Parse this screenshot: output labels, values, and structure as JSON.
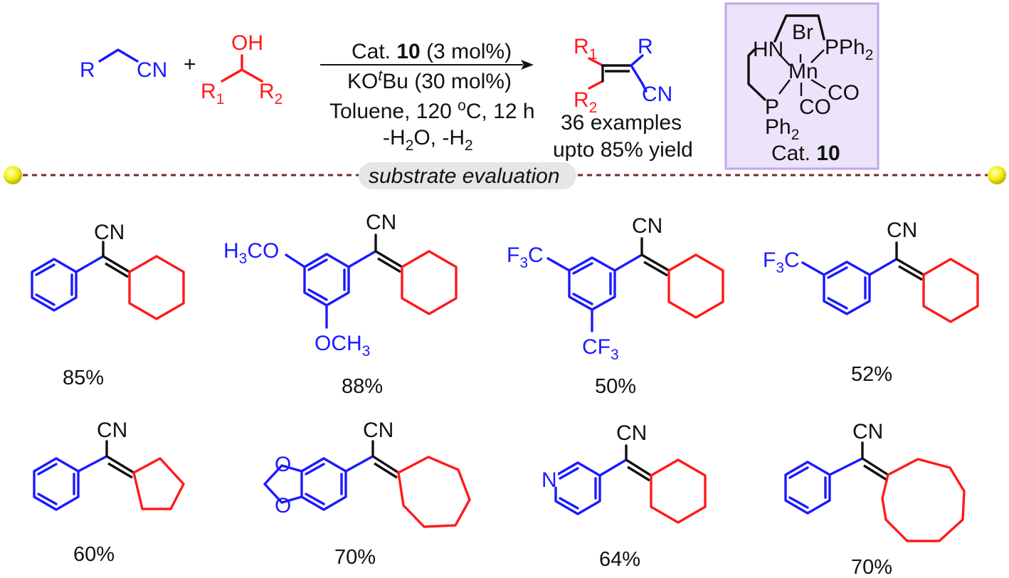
{
  "scheme": {
    "reactant_nitrile": {
      "r": "R",
      "cn": "CN"
    },
    "plus": "+",
    "reactant_alcohol": {
      "oh": "OH",
      "r1": "R",
      "r1_sub": "1",
      "r2": "R",
      "r2_sub": "2"
    },
    "conditions": {
      "line1_pre": "Cat. ",
      "line1_bold": "10",
      "line1_post": " (3 mol%)",
      "line2_pre": "KO",
      "line2_sup": "t",
      "line2_post": "Bu (30 mol%)",
      "line3_pre": "Toluene, 120 ",
      "line3_sup": "o",
      "line3_post": "C, 12 h",
      "line4_a": "-H",
      "line4_a_sub": "2",
      "line4_b": "O, -H",
      "line4_b_sub": "2"
    },
    "product": {
      "r1": "R",
      "r1_sub": "1",
      "r": "R",
      "r2": "R",
      "r2_sub": "2",
      "cn": "CN"
    },
    "summary": {
      "examples": "36 examples",
      "yield": "upto 85% yield"
    },
    "catalyst": {
      "hn": "HN",
      "br": "Br",
      "pph": "PPh",
      "pph_sub": "2",
      "mn": "Mn",
      "co1": "CO",
      "co2": "CO",
      "p": "P",
      "ph": "Ph",
      "ph_sub": "2",
      "label_pre": "Cat. ",
      "label_bold": "10",
      "box_fill": "#ece4fb",
      "box_stroke": "#c2a6ea"
    }
  },
  "divider": {
    "label": "substrate evaluation",
    "dot_color": "#f2ef10",
    "line_color": "#7a2a2a"
  },
  "substrates": [
    {
      "yield": "85%",
      "cn": "CN"
    },
    {
      "yield": "88%",
      "cn": "CN",
      "ome_top_pre": "H",
      "ome_top_sub": "3",
      "ome_top_post": "CO",
      "ome_bot_pre": "OCH",
      "ome_bot_sub": "3"
    },
    {
      "yield": "50%",
      "cn": "CN",
      "cf3_top_pre": "F",
      "cf3_top_sub": "3",
      "cf3_top_post": "C",
      "cf3_bot_pre": "CF",
      "cf3_bot_sub": "3"
    },
    {
      "yield": "52%",
      "cn": "CN",
      "cf3_pre": "F",
      "cf3_sub": "3",
      "cf3_post": "C"
    },
    {
      "yield": "60%",
      "cn": "CN"
    },
    {
      "yield": "70%",
      "cn": "CN",
      "o_top": "O",
      "o_bot": "O"
    },
    {
      "yield": "64%",
      "cn": "CN",
      "n": "N"
    },
    {
      "yield": "70%",
      "cn": "CN"
    }
  ]
}
